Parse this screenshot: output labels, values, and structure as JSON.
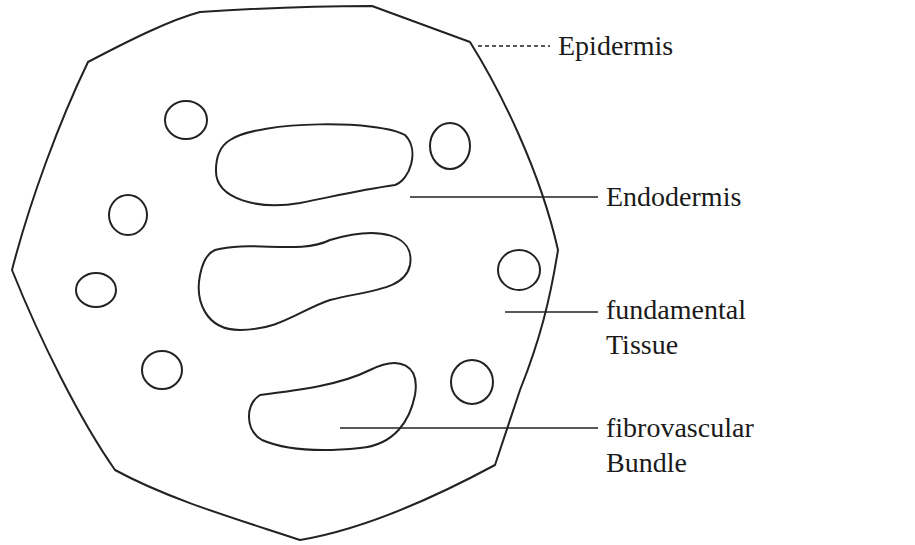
{
  "diagram": {
    "labels": [
      "Epidermis",
      "Endodermis",
      "fundamental Tissue",
      "fibrovascular Bundle"
    ]
  }
}
